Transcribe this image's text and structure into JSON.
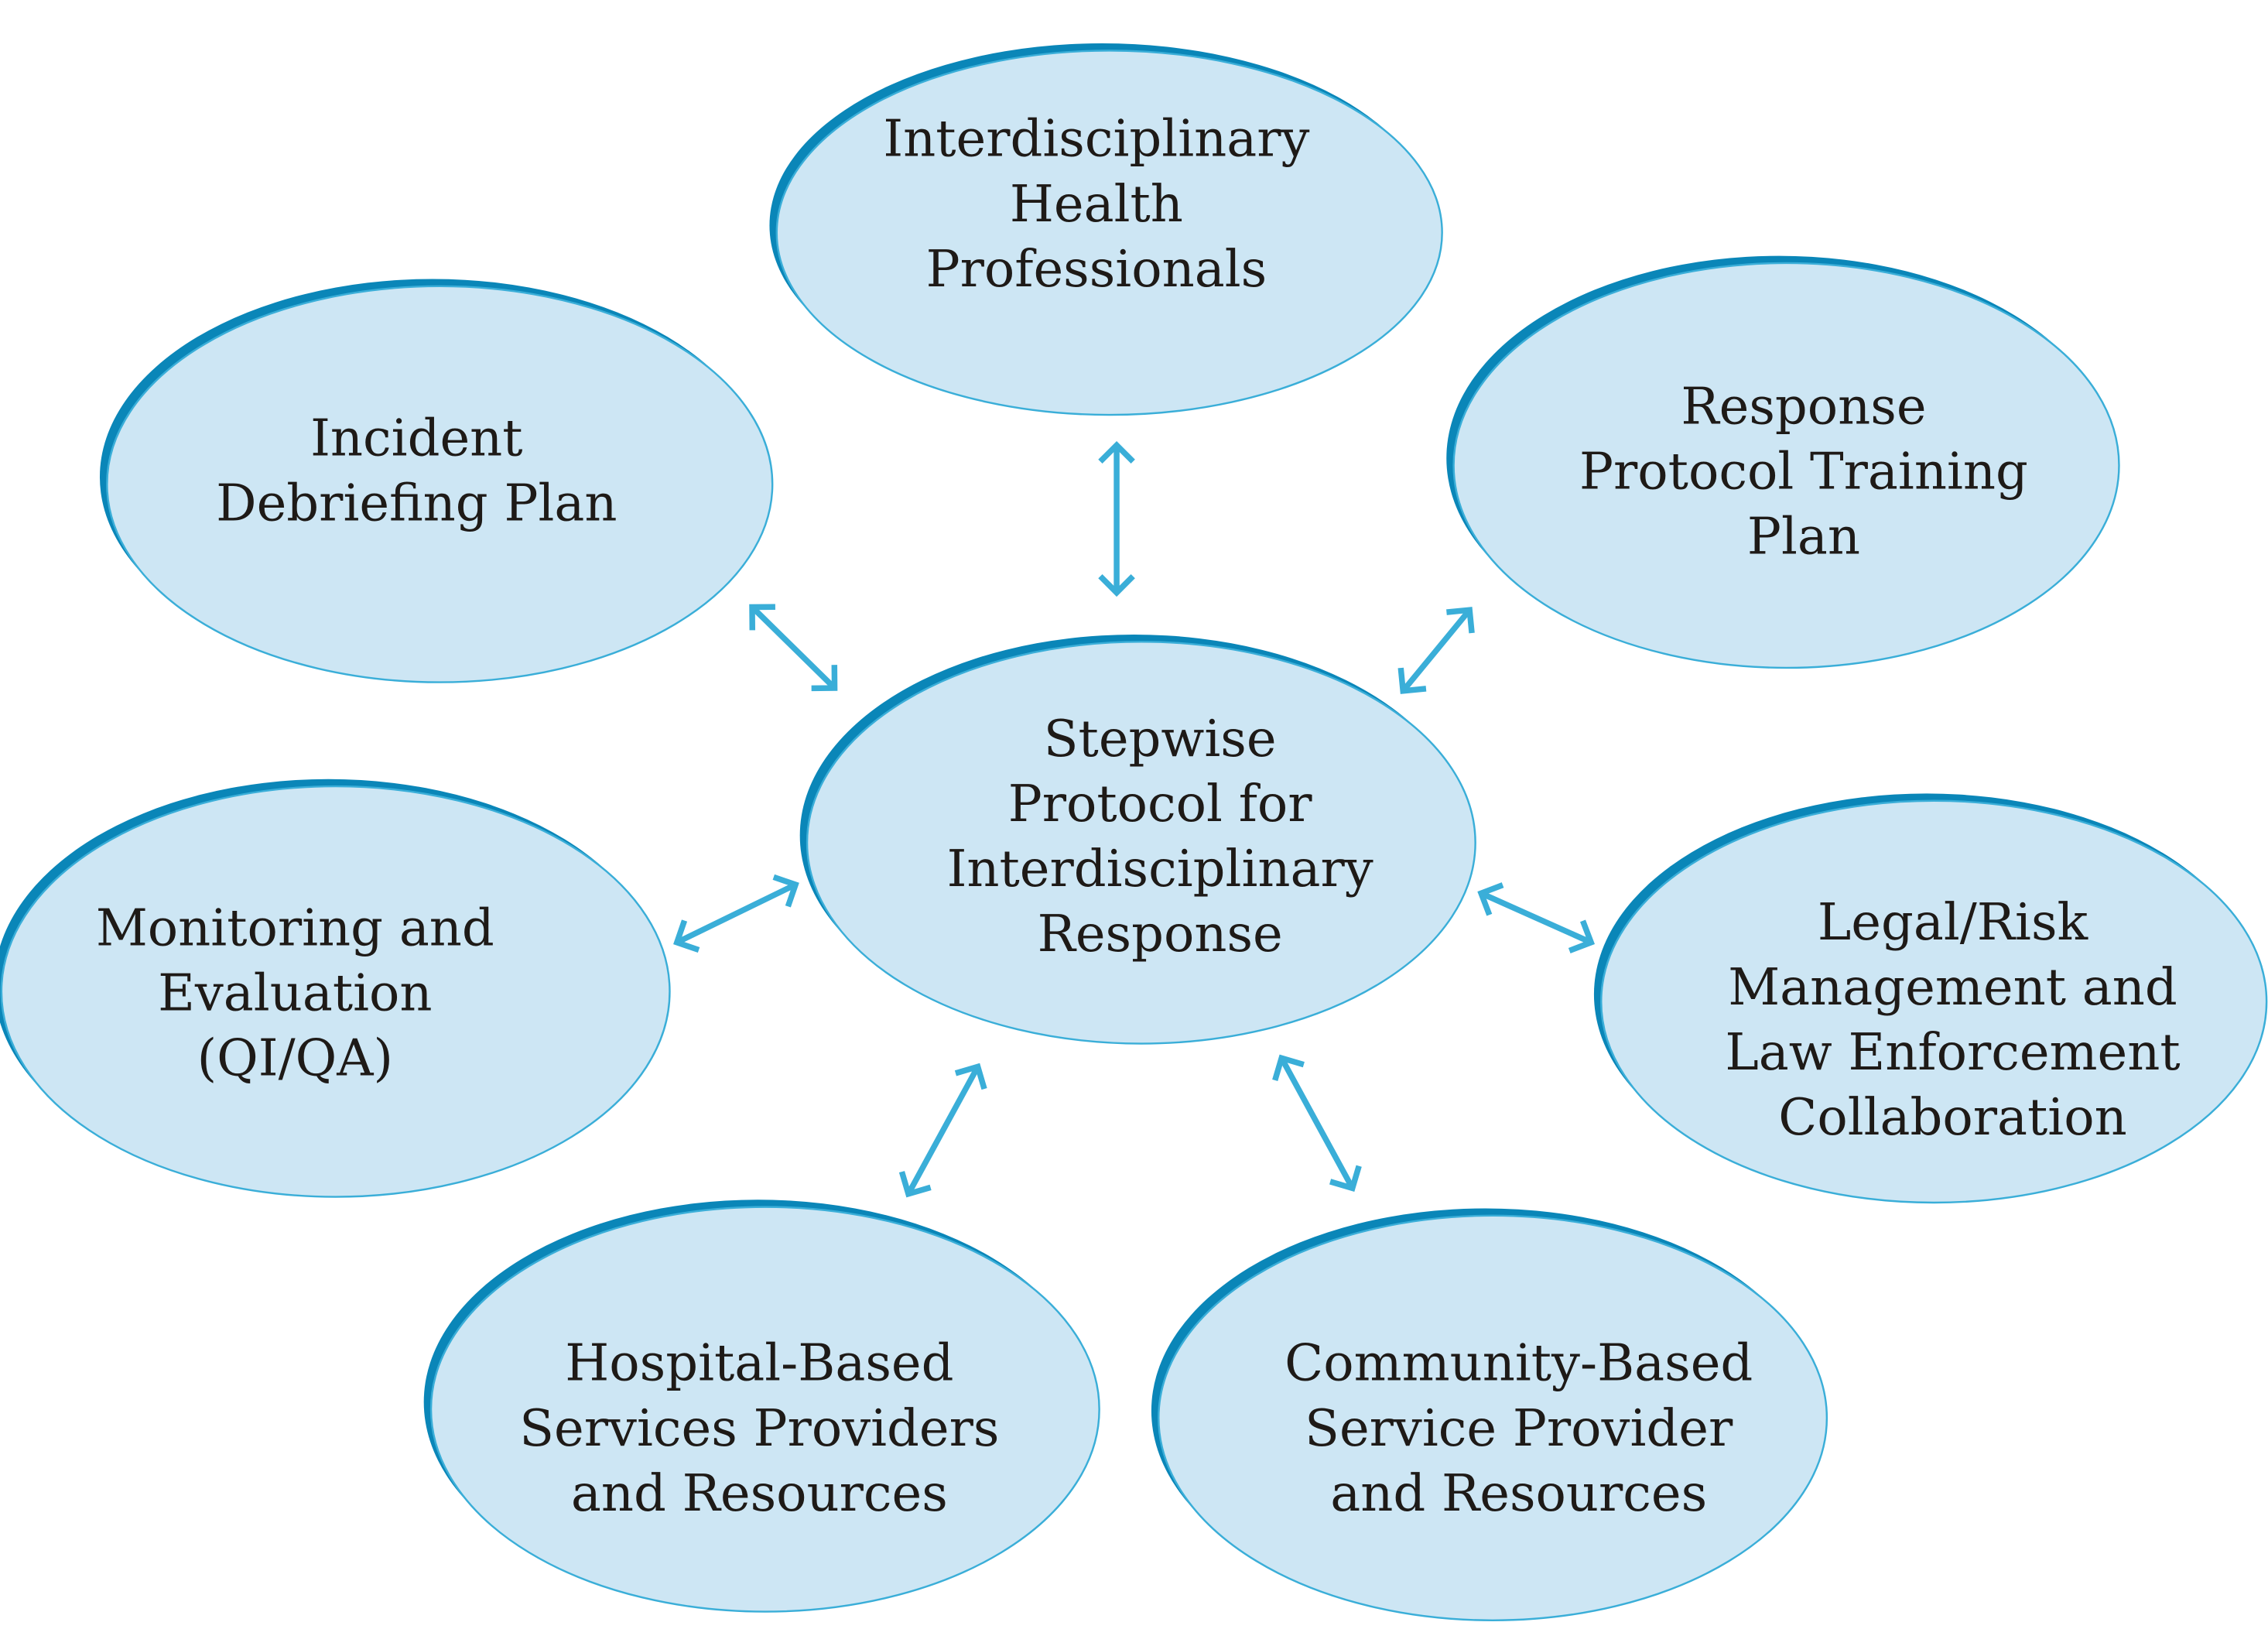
{
  "diagram": {
    "title": "",
    "center": {
      "id": "center",
      "lines": [
        "Stepwise",
        "Protocol for",
        "Interdisciplinary",
        "Response"
      ]
    },
    "nodes": [
      {
        "id": "interdisciplinary-health-professionals",
        "lines": [
          "Interdisciplinary",
          "Health",
          "Professionals"
        ]
      },
      {
        "id": "incident-debriefing-plan",
        "lines": [
          "Incident",
          "Debriefing Plan"
        ]
      },
      {
        "id": "response-protocol-training-plan",
        "lines": [
          "Response",
          "Protocol Training",
          "Plan"
        ]
      },
      {
        "id": "monitoring-and-evaluation",
        "lines": [
          "Monitoring and",
          "Evaluation",
          "(QI/QA)"
        ]
      },
      {
        "id": "legal-risk-management",
        "lines": [
          "Legal/Risk",
          "Management and",
          "Law Enforcement",
          "Collaboration"
        ]
      },
      {
        "id": "hospital-based-services",
        "lines": [
          "Hospital-Based",
          "Services Providers",
          "and Resources"
        ]
      },
      {
        "id": "community-based-service",
        "lines": [
          "Community-Based",
          "Service Provider",
          "and Resources"
        ]
      }
    ],
    "edges": [
      {
        "from": "center",
        "to": "interdisciplinary-health-professionals",
        "type": "bidirectional"
      },
      {
        "from": "center",
        "to": "incident-debriefing-plan",
        "type": "bidirectional"
      },
      {
        "from": "center",
        "to": "response-protocol-training-plan",
        "type": "bidirectional"
      },
      {
        "from": "center",
        "to": "monitoring-and-evaluation",
        "type": "bidirectional"
      },
      {
        "from": "center",
        "to": "legal-risk-management",
        "type": "bidirectional"
      },
      {
        "from": "center",
        "to": "hospital-based-services",
        "type": "bidirectional"
      },
      {
        "from": "center",
        "to": "community-based-service",
        "type": "bidirectional"
      }
    ],
    "colors": {
      "node_fill": "#cde6f4",
      "node_outline": "#3aaed8",
      "node_shadow": "#0a86b8",
      "arrow": "#3aaed8",
      "text": "#1e1a17",
      "background": "#ffffff"
    }
  }
}
